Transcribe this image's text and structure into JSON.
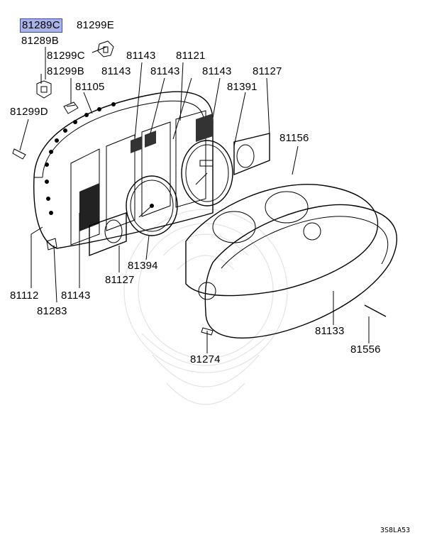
{
  "parts": {
    "p81289C": "81289C",
    "p81299E": "81299E",
    "p81289B": "81289B",
    "p81299C": "81299C",
    "p81143_a": "81143",
    "p81121": "81121",
    "p81299B": "81299B",
    "p81143_b": "81143",
    "p81143_c": "81143",
    "p81143_d": "81143",
    "p81127_a": "81127",
    "p81105": "81105",
    "p81391": "81391",
    "p81299D": "81299D",
    "p81156": "81156",
    "p81394": "81394",
    "p81127_b": "81127",
    "p81112": "81112",
    "p81143_e": "81143",
    "p81283": "81283",
    "p81133": "81133",
    "p81556": "81556",
    "p81274": "81274"
  },
  "highlighted_part": "81289C",
  "colors": {
    "highlight_fill": "#a9b3e4",
    "highlight_border": "#3b4aa8"
  },
  "diagram_code": "3S8LA53"
}
